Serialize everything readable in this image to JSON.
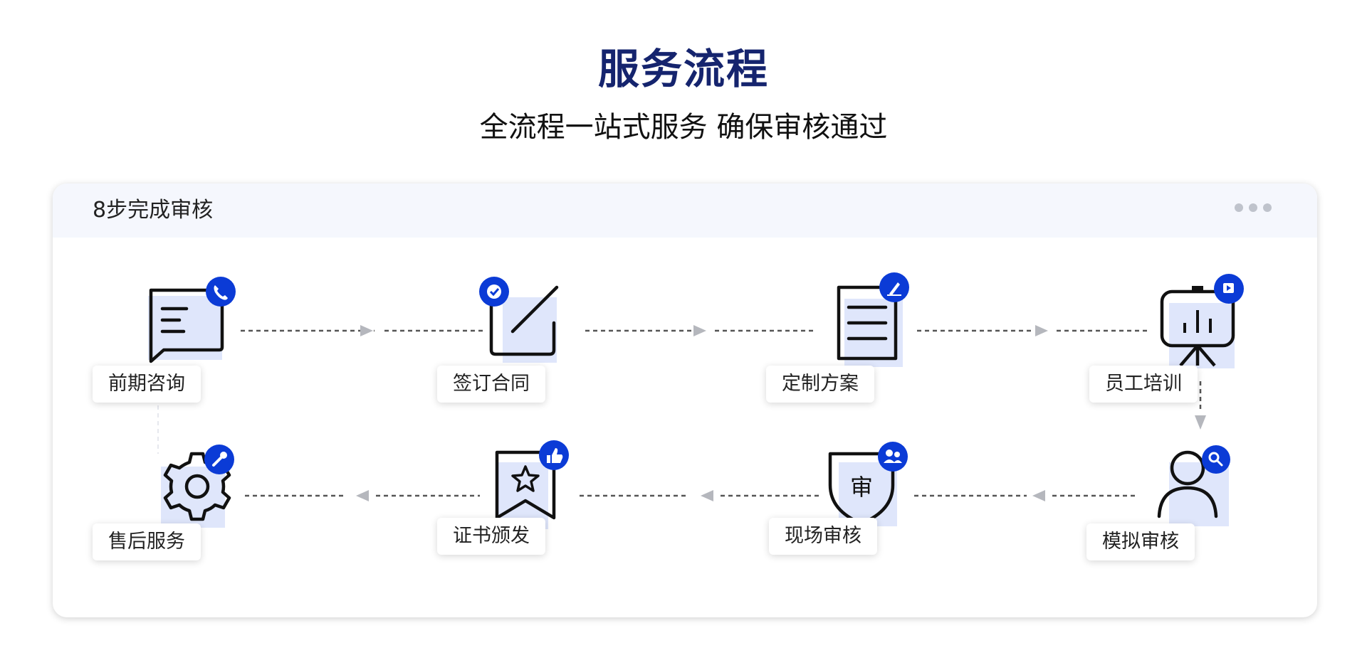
{
  "header": {
    "title": "服务流程",
    "subtitle": "全流程一站式服务 确保审核通过"
  },
  "card": {
    "title": "8步完成审核"
  },
  "colors": {
    "title": "#15246e",
    "badge": "#0b3bd6",
    "highlight": "#dfe6fb",
    "connector": "#b5b7bd"
  },
  "steps": [
    {
      "label": "前期咨询",
      "icon": "chat-bubble-icon",
      "badge": "phone-icon"
    },
    {
      "label": "签订合同",
      "icon": "edit-square-icon",
      "badge": "check-icon"
    },
    {
      "label": "定制方案",
      "icon": "document-icon",
      "badge": "pen-icon"
    },
    {
      "label": "员工培训",
      "icon": "presentation-board-icon",
      "badge": "video-icon"
    },
    {
      "label": "模拟审核",
      "icon": "user-icon",
      "badge": "search-icon"
    },
    {
      "label": "现场审核",
      "icon": "shield-icon",
      "badge": "group-icon",
      "icon_text": "审"
    },
    {
      "label": "证书颁发",
      "icon": "ribbon-star-icon",
      "badge": "thumbs-up-icon"
    },
    {
      "label": "售后服务",
      "icon": "gear-icon",
      "badge": "wrench-icon"
    }
  ]
}
